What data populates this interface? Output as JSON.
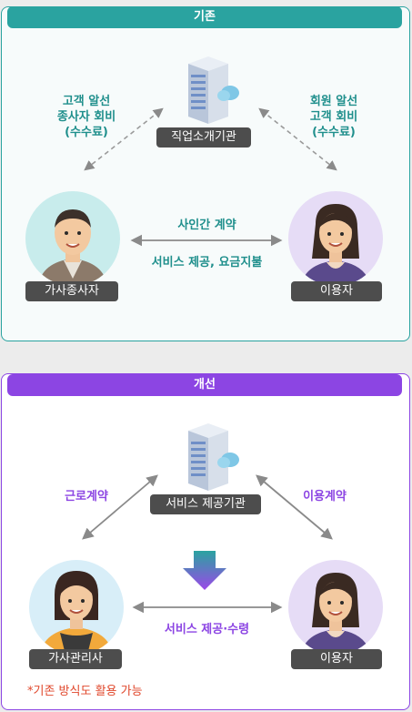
{
  "top": {
    "header": "기존",
    "agency": "직업소개기관",
    "left_fee": [
      "고객 알선",
      "종사자 회비",
      "(수수료)"
    ],
    "right_fee": [
      "회원 알선",
      "고객 회비",
      "(수수료)"
    ],
    "contract": "사인간 계약",
    "service": "서비스 제공, 요금지불",
    "worker": "가사종사자",
    "user": "이용자"
  },
  "bottom": {
    "header": "개선",
    "agency": "서비스 제공기관",
    "left_rel": "근로계약",
    "right_rel": "이용계약",
    "service": "서비스 제공·수령",
    "worker": "가사관리사",
    "user": "이용자",
    "note": "*기존 방식도 활용 가능"
  },
  "colors": {
    "teal": "#2aa3a0",
    "purple": "#8c45e3",
    "note": "#e0472b"
  }
}
